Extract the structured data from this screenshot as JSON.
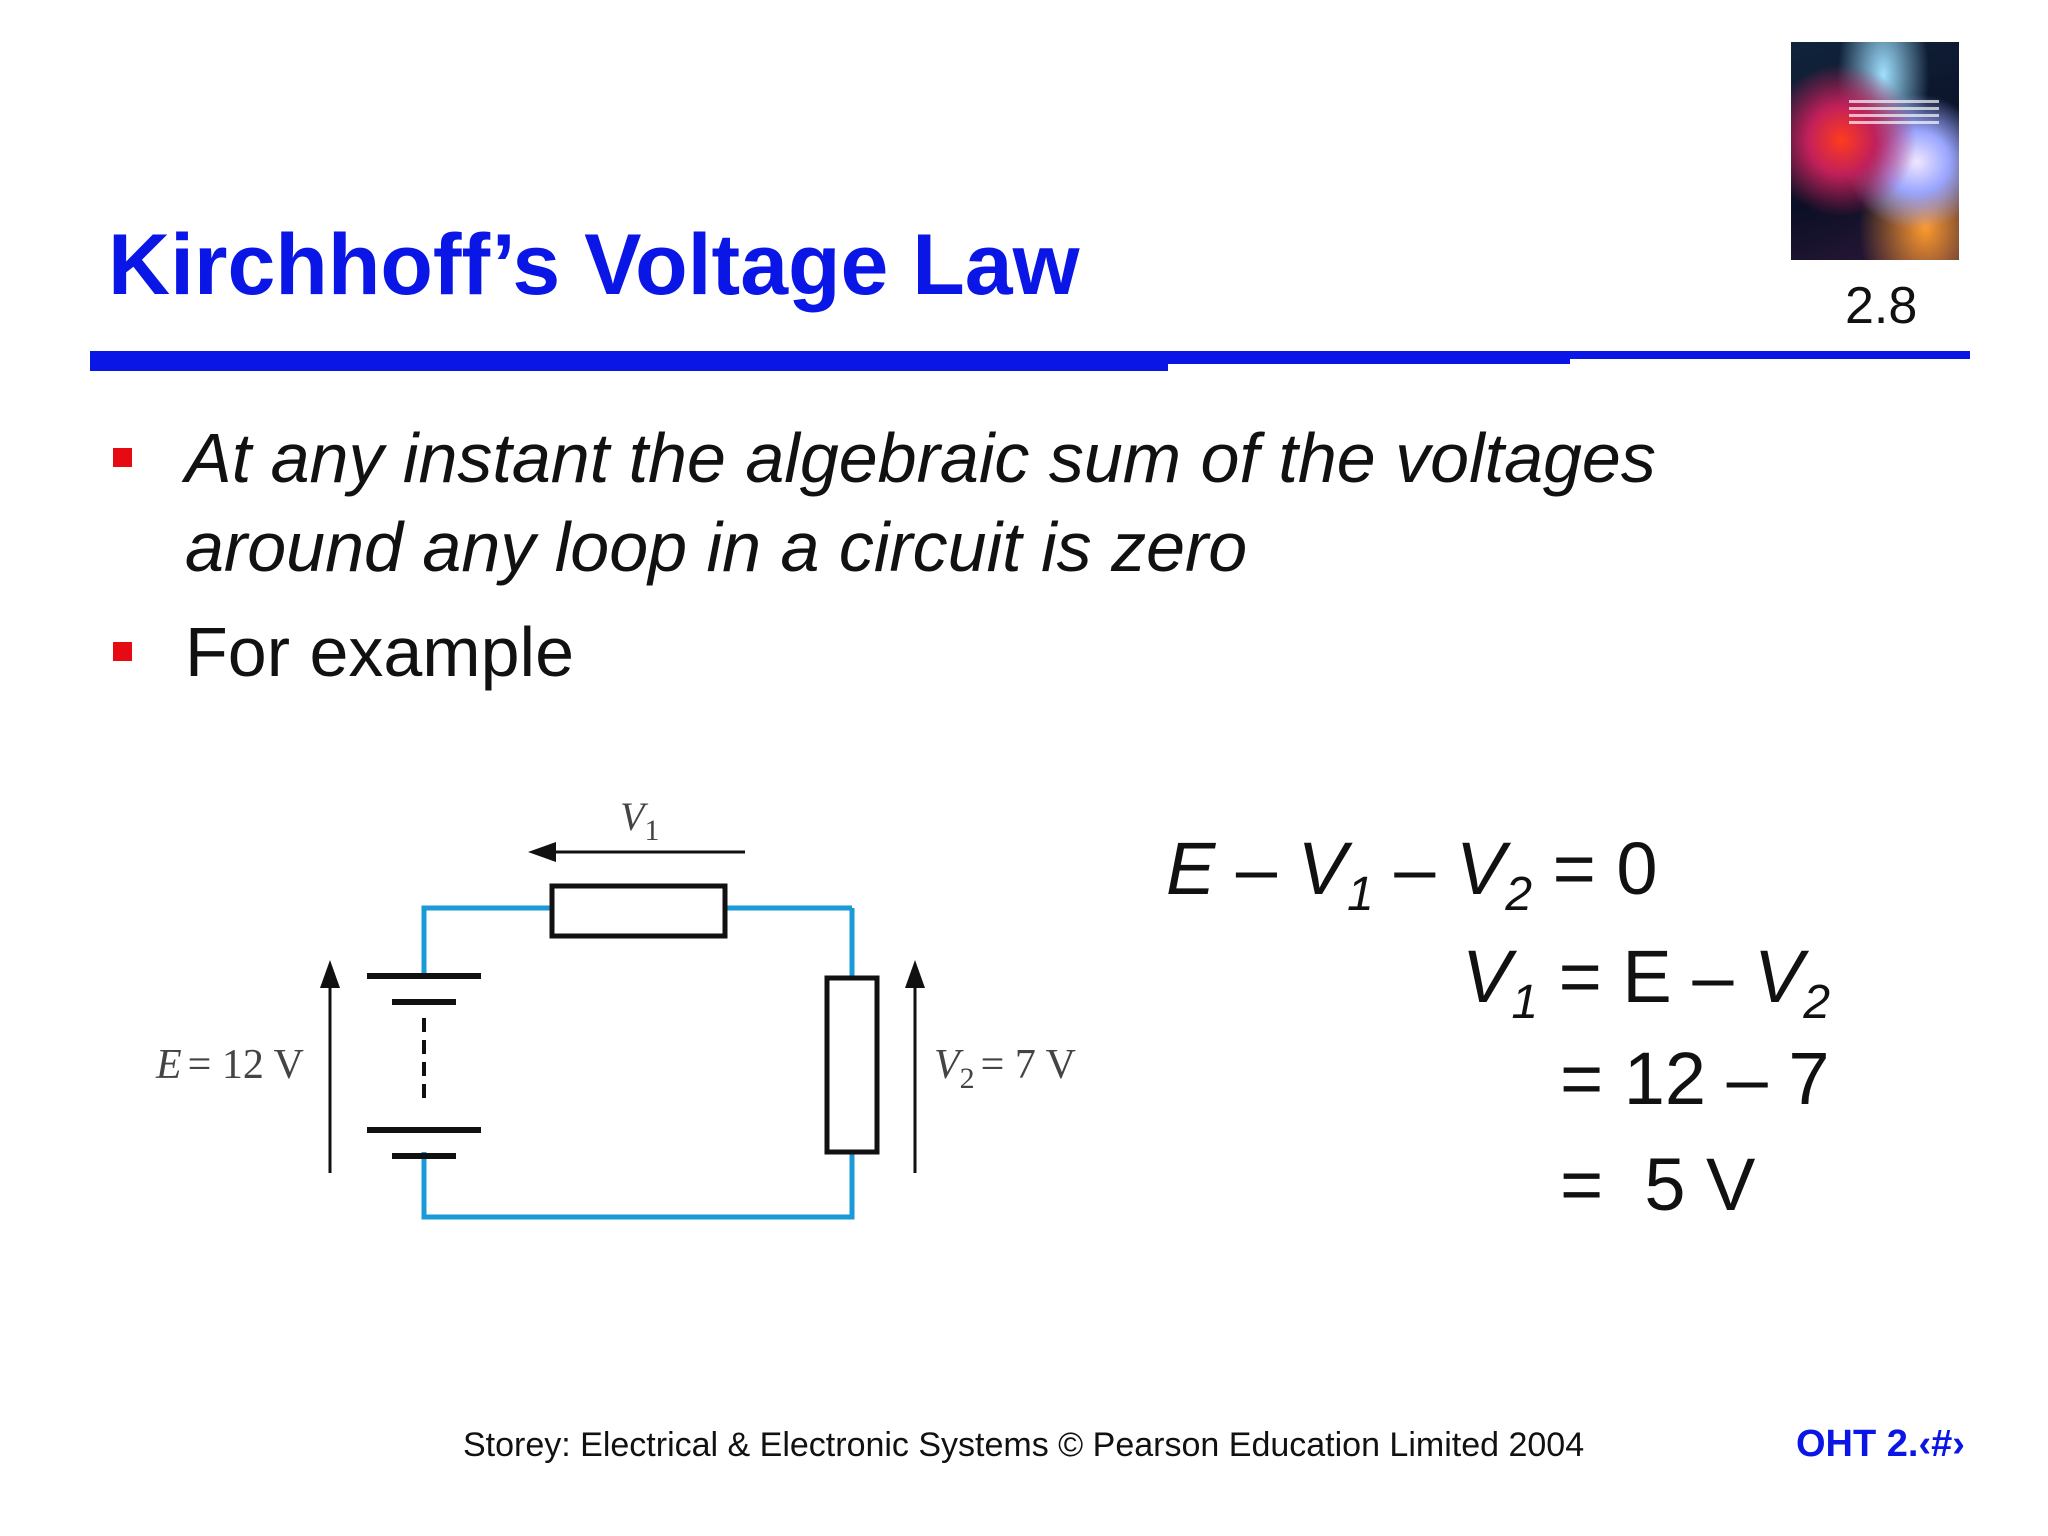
{
  "slide": {
    "title": "Kirchhoff’s Voltage Law",
    "number": "2.8",
    "accent_color": "#0a16e6",
    "bullet_color": "#e60b12"
  },
  "bullets": [
    {
      "line1": "At any instant the algebraic sum of the voltages",
      "line2": "around any loop in a circuit is zero",
      "style": "italic"
    },
    {
      "line1": "For example",
      "style": "normal"
    }
  ],
  "circuit": {
    "wire_color": "#1a9ad6",
    "v1_label": "V",
    "v1_sub": "1",
    "e_label": "E",
    "e_value": "= 12 V",
    "v2_label": "V",
    "v2_sub": "2",
    "v2_value": "= 7 V"
  },
  "equations": {
    "line1": {
      "e": "E",
      "m1": " – ",
      "v1": "V",
      "v1_sub": "1",
      "m2": " – ",
      "v2": "V",
      "v2_sub": "2",
      "rest": " = 0"
    },
    "line2": {
      "v1": "V",
      "v1_sub": "1",
      "mid": " = E – ",
      "v2": "V",
      "v2_sub": "2"
    },
    "line3": "= 12 – 7",
    "line4": "=  5 V"
  },
  "footer": {
    "credit": "Storey: Electrical & Electronic Systems © Pearson Education Limited 2004",
    "page": "OHT 2.‹#›"
  },
  "cover": {
    "icon": "book-cover-image"
  }
}
